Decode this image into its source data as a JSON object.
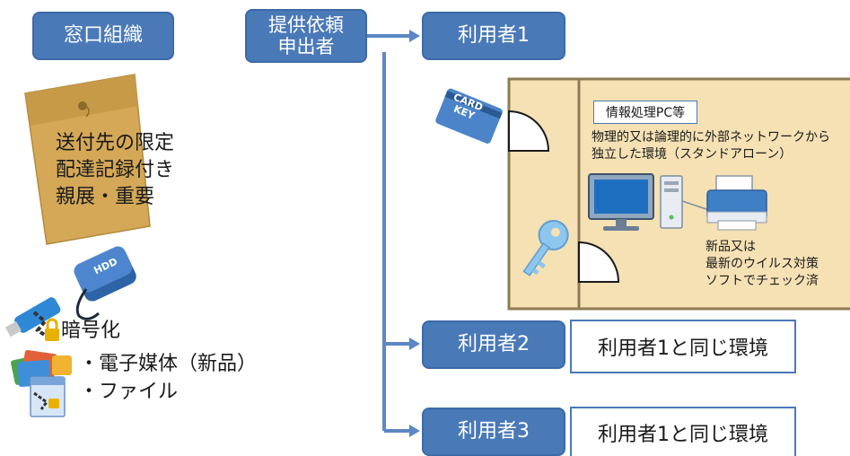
{
  "top": {
    "window_org": "窓口組織",
    "requester_line1": "提供依頼",
    "requester_line2": "申出者"
  },
  "users": [
    {
      "label": "利用者1"
    },
    {
      "label": "利用者2",
      "note": "利用者1と同じ環境"
    },
    {
      "label": "利用者3",
      "note": "利用者1と同じ環境"
    }
  ],
  "envelope": {
    "lines": [
      "送付先の限定",
      "配達記録付き",
      "親展・重要"
    ]
  },
  "media": {
    "hdd_label": "HDD",
    "encrypt": "暗号化",
    "item1": "・電子媒体（新品）",
    "item2": "・ファイル"
  },
  "room": {
    "card_key_line1": "CARD",
    "card_key_line2": "KEY",
    "pc_label": "情報処理PC等",
    "desc_line1": "物理的又は論理的に外部ネットワークから",
    "desc_line2": "独立した環境（スタンドアローン）",
    "av_line1": "新品又は",
    "av_line2": "最新のウイルス対策",
    "av_line3": "ソフトでチェック済"
  },
  "colors": {
    "box_blue": "#4a79b8",
    "connector": "#5b87c5",
    "room_fill": "#f5e1b4",
    "room_border": "#8d7c53",
    "envelope": "#d4a857"
  }
}
